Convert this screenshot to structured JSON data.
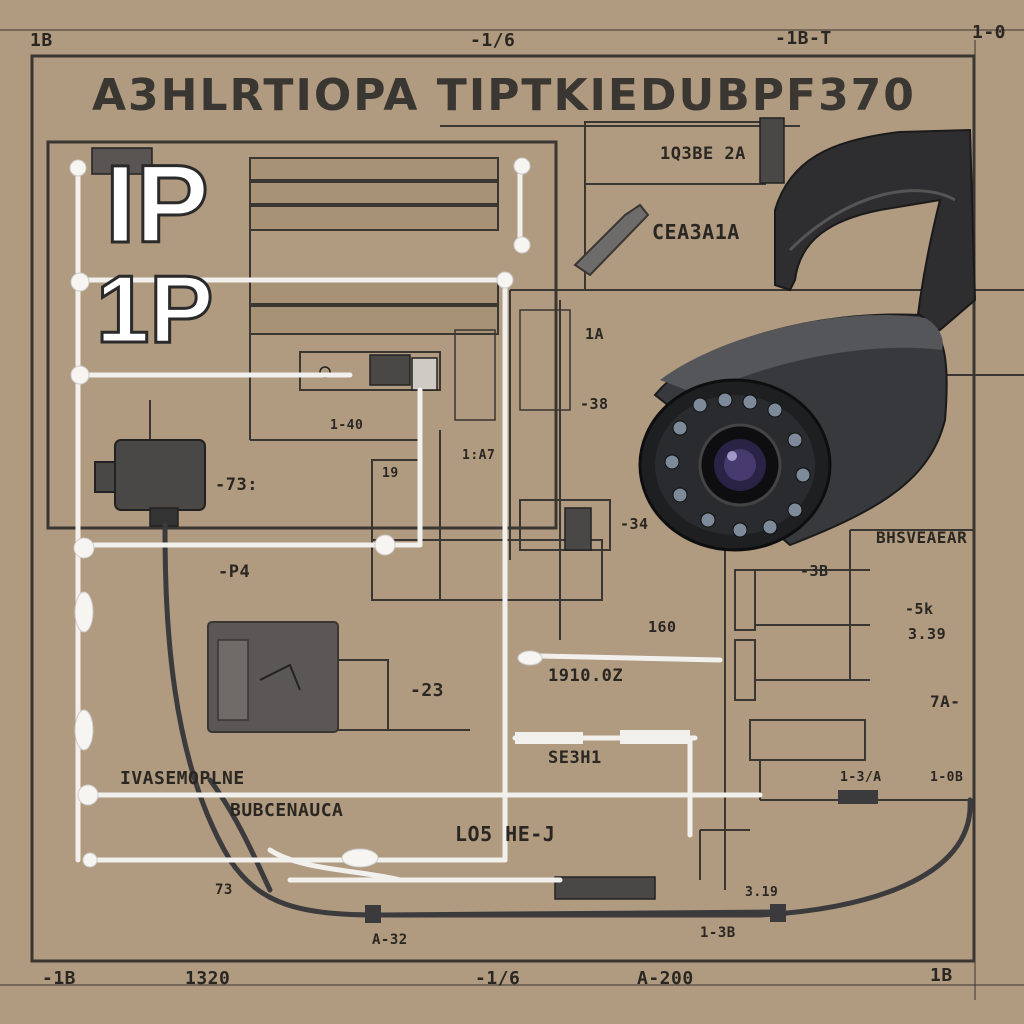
{
  "title": "A3HLRTIOPA TIPTKIEDUBPF370",
  "big_labels": {
    "ip_top": "IP",
    "ip_bottom": "1P"
  },
  "top_labels": [
    "1B",
    "-1/6",
    "-1B-T",
    "1-0"
  ],
  "bottom_labels": [
    "-1B",
    "1320",
    "-1/6",
    "A-200",
    "1B"
  ],
  "side_labels": {
    "spec_box": "1Q3BE 2A",
    "camera_desc": "CEA3A1A",
    "right_tag": "BHSVEAEAR",
    "callout_73": "-73:",
    "callout_p4": "-P4",
    "callout_23": "-23",
    "callout_38": "-38",
    "callout_34": "-34",
    "callout_1a": "1A",
    "callout_3b": "-3B",
    "callout_60": "160",
    "callout_72": "73",
    "callout_39": "3.39",
    "callout_19": "19",
    "callout_5k": "-5k",
    "callout_7a": "7A-",
    "module_a": "1-40",
    "module_b": "1:A7",
    "value_a": "1910.0Z",
    "value_b": "SE3H1",
    "bottom_a": "1-3/A",
    "bottom_b": "1-0B",
    "bottom_c": "LO5 HE-J",
    "bottom_d": "A-32",
    "bottom_e": "1-3B",
    "bottom_f": "3.19",
    "long_label_a": "IVASEMOPLNE",
    "long_label_b": "BUBCENAUCA"
  },
  "icons": [
    "ip-camera-icon",
    "connector-icon",
    "monitor-icon",
    "switch-icon",
    "relay-icon"
  ],
  "colors": {
    "background": "#b09a80",
    "line_dark": "#3a3631",
    "wire_white": "#f2f0ec",
    "camera_body": "#2e2e30"
  }
}
